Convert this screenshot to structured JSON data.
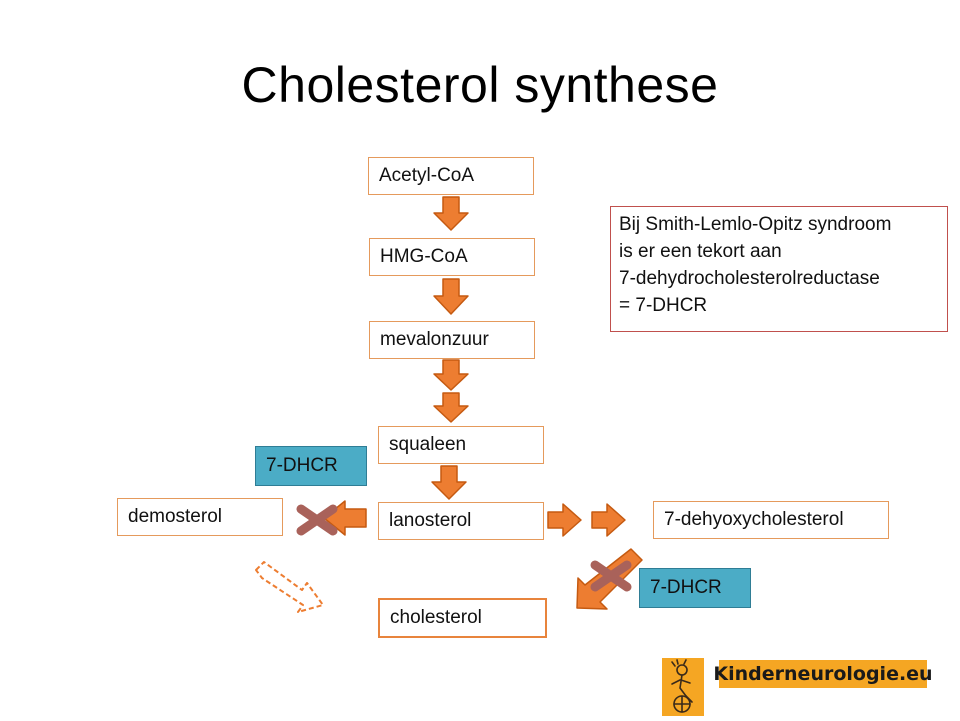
{
  "title": "Cholesterol synthese",
  "nodes": {
    "acetyl": "Acetyl-CoA",
    "hmg": "HMG-CoA",
    "mevalon": "mevalonzuur",
    "squaleen": "squaleen",
    "lanosterol": "lanosterol",
    "demosterol": "demosterol",
    "dehyoxy": "7-dehyoxycholesterol",
    "cholesterol": "cholesterol"
  },
  "enzyme_labels": {
    "left": "7-DHCR",
    "right": "7-DHCR"
  },
  "note": {
    "line1": "Bij Smith-Lemlo-Opitz syndroom",
    "line2": "is er een tekort aan",
    "line3": "7-dehydrocholesterolreductase",
    "line4": "= 7-DHCR"
  },
  "logo": {
    "text": "Kinderneurologie.eu"
  },
  "colors": {
    "arrow_fill": "#ed7d31",
    "arrow_stroke": "#c55a11",
    "enzyme_box": "#4bacc6",
    "cross": "#b06060",
    "logo_bg": "#f5a623"
  }
}
